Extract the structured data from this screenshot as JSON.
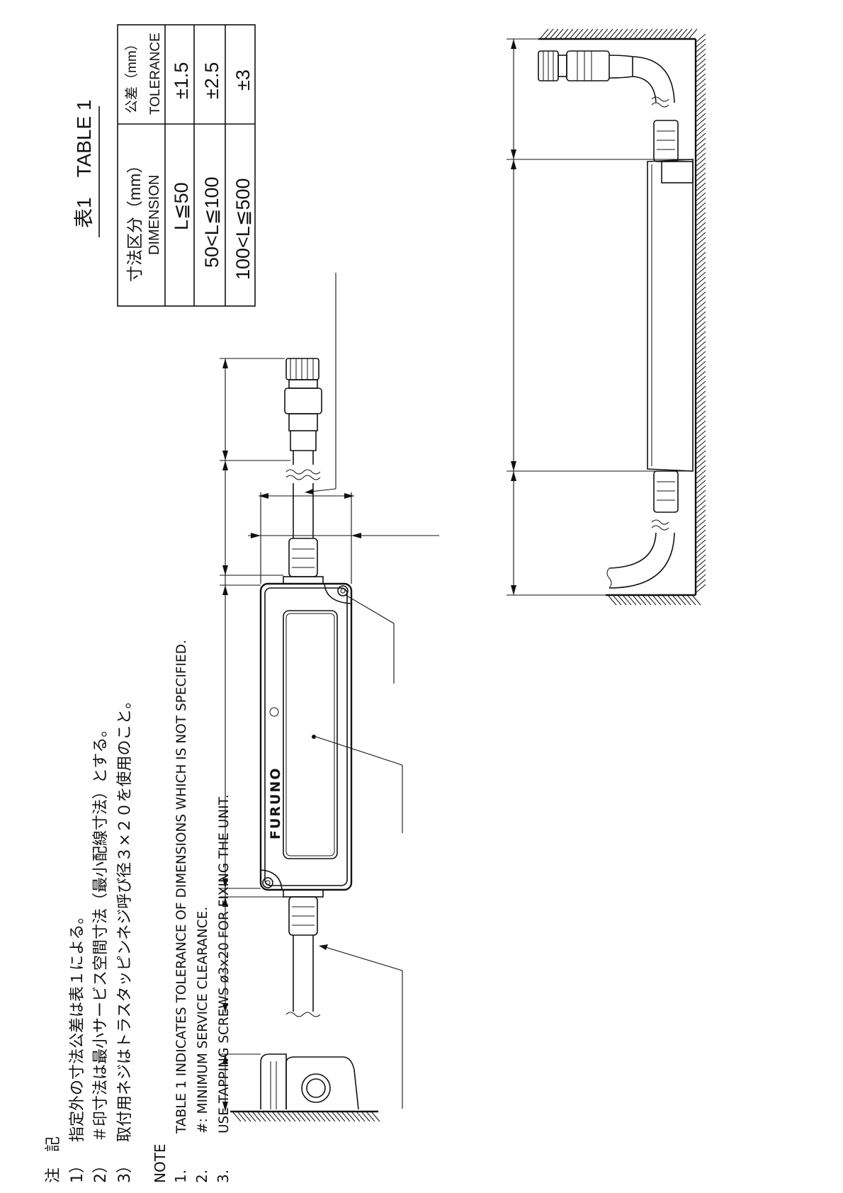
{
  "table": {
    "title": "表1　TABLE 1",
    "header_dimension_jp": "寸法区分（mm）",
    "header_dimension_en": "DIMENSION",
    "header_tolerance_jp": "公差（mm）",
    "header_tolerance_en": "TOLERANCE",
    "rows": [
      {
        "dimension": "L≦50",
        "tolerance": "±1.5"
      },
      {
        "dimension": "50<L≦100",
        "tolerance": "±2.5"
      },
      {
        "dimension": "100<L≦500",
        "tolerance": "±3"
      }
    ]
  },
  "brand": "FURUNO",
  "notes_jp": {
    "heading": "注　記",
    "items": [
      {
        "num": "1）",
        "text": "指定外の寸法公差は表１による。"
      },
      {
        "num": "2）",
        "text": "＃印寸法は最小サービス空間寸法（最小配線寸法）とする。"
      },
      {
        "num": "3）",
        "text": "取付用ネジはトラスタッピンネジ呼び径３×２０を使用のこと。"
      }
    ]
  },
  "notes_en": {
    "heading": "NOTE",
    "items": [
      {
        "num": "1.",
        "text": "TABLE 1 INDICATES TOLERANCE OF DIMENSIONS WHICH IS NOT SPECIFIED."
      },
      {
        "num": "2.",
        "text": "#: MINIMUM SERVICE CLEARANCE."
      },
      {
        "num": "3.",
        "text": "USE TAPPING SCREWS ø3x20 FOR FIXING THE UNIT."
      }
    ]
  }
}
